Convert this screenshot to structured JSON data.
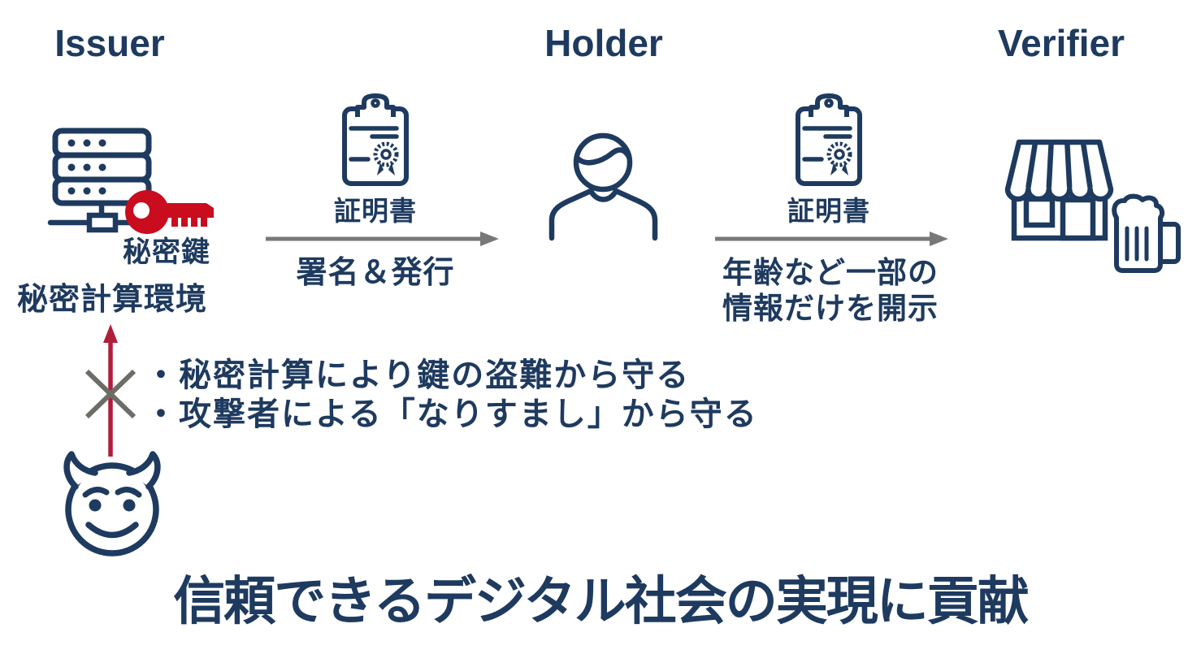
{
  "colors": {
    "navy": "#1e3a5f",
    "key_red": "#c90d1f",
    "attack_arrow_red": "#b01e3c",
    "flow_arrow_gray": "#787878",
    "cross_gray": "#6d6d68"
  },
  "roles": {
    "issuer": {
      "title": "Issuer",
      "icon": "server-icon",
      "key_icon": "key-icon",
      "key_label": "秘密鍵",
      "env_label": "秘密計算環境"
    },
    "holder": {
      "title": "Holder",
      "icon": "person-icon"
    },
    "verifier": {
      "title": "Verifier",
      "icon": "store-icon",
      "secondary_icon": "beer-mug-icon"
    }
  },
  "flows": {
    "issue": {
      "icon": "certificate-icon",
      "certificate_label": "証明書",
      "action_label": "署名＆発行"
    },
    "present": {
      "icon": "certificate-icon",
      "certificate_label": "証明書",
      "action_lines": [
        "年齢など一部の",
        "情報だけを開示"
      ]
    }
  },
  "attack": {
    "icon": "devil-icon",
    "blocked_icon": "cross-icon",
    "arrow_icon": "up-arrow-icon",
    "bullets": [
      "・秘密計算により鍵の盗難から守る",
      "・攻撃者による「なりすまし」から守る"
    ]
  },
  "footer": {
    "title": "信頼できるデジタル社会の実現に貢献"
  }
}
